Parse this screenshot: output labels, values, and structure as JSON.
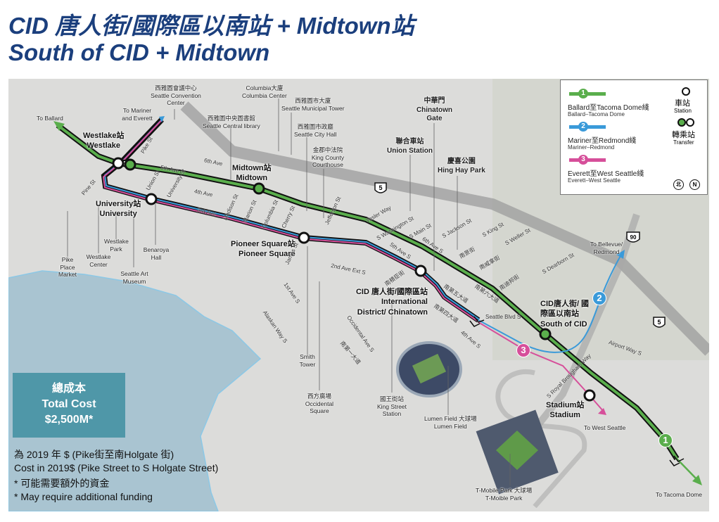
{
  "title": {
    "line1": "CID 唐人街/國際區以南站 + Midtown站",
    "line2": "South of CID + Midtown"
  },
  "legend": {
    "lines": [
      {
        "num": "1",
        "name": "Ballard至Tacoma Dome綫",
        "sub": "Ballard–Tacoma Dome",
        "color": "#5aae4c"
      },
      {
        "num": "2",
        "name": "Mariner至Redmond綫",
        "sub": "Mariner–Redmond",
        "color": "#3a9ad9"
      },
      {
        "num": "3",
        "name": "Everett至West Seattle綫",
        "sub": "Everett–West Seattle",
        "color": "#d64f9a"
      }
    ],
    "station_zh": "車站",
    "station_en": "Station",
    "transfer_zh": "轉乘站",
    "transfer_en": "Transfer",
    "north_zh": "北",
    "north_en": "N"
  },
  "stations": [
    {
      "zh": "Westlake站",
      "en": "Westlake"
    },
    {
      "zh": "Midtown站",
      "en": "Midtown"
    },
    {
      "zh": "University站",
      "en": "University"
    },
    {
      "zh": "Pioneer Square站",
      "en": "Pioneer Square"
    },
    {
      "zh": "CID 唐人街/國際區站",
      "en": "International District/ Chinatown"
    },
    {
      "zh": "CID唐人街/ 國際區以南站",
      "en": "South of CID"
    },
    {
      "zh": "Stadium站",
      "en": "Stadium"
    }
  ],
  "landmarks": [
    {
      "zh": "西雅圖會議中心",
      "en": "Seattle Convention Center"
    },
    {
      "zh": "Columbia大廈",
      "en": "Columbia Center"
    },
    {
      "zh": "西雅圖市大廈",
      "en": "Seattle Municipal Tower"
    },
    {
      "zh": "西雅圖中央圖書館",
      "en": "Seattle Central library"
    },
    {
      "zh": "西雅圖市政廳",
      "en": "Seattle City Hall"
    },
    {
      "zh": "金郡中法院",
      "en": "King County Courthouse"
    },
    {
      "zh": "中華門",
      "en": "Chinatown Gate"
    },
    {
      "zh": "聯合車站",
      "en": "Union Station"
    },
    {
      "zh": "慶喜公園",
      "en": "Hing Hay Park"
    },
    {
      "zh": "",
      "en": "Westlake Park"
    },
    {
      "zh": "",
      "en": "Pike Place Market"
    },
    {
      "zh": "",
      "en": "Westlake Center"
    },
    {
      "zh": "",
      "en": "Benaroya Hall"
    },
    {
      "zh": "",
      "en": "Seattle Art Museum"
    },
    {
      "zh": "",
      "en": "Smith Tower"
    },
    {
      "zh": "西方廣場",
      "en": "Occidental Square"
    },
    {
      "zh": "國王街站",
      "en": "King Street Station"
    },
    {
      "zh": "Lumen Field 大球場",
      "en": "Lumen Field"
    },
    {
      "zh": "T-Mobile Park 大球場",
      "en": "T-Moible Park"
    }
  ],
  "directions": [
    "To Ballard",
    "To Mariner and Everett",
    "To Bellevue/ Redmond",
    "To West Seattle",
    "To Tacoma Dome"
  ],
  "streets": [
    "Pike St",
    "Pine St",
    "5th Ave",
    "6th Ave",
    "Union St",
    "University St",
    "4th Ave",
    "3rd Ave",
    "Madison St",
    "Marion St",
    "Columbia St",
    "Cherry St",
    "James St",
    "Jefferson St",
    "Yesler Way",
    "S Washington St",
    "S Main St",
    "S Jackson St",
    "S King St",
    "S Weller St",
    "S Dearborn St",
    "5th Ave S",
    "6th Ave S",
    "2nd Ave Ext S",
    "1st Ave S",
    "Alaskan Way S",
    "Occidental Ave S",
    "4th Ave S",
    "Seattle Blvd S",
    "Airport Way S",
    "S Royal Brougham Way",
    "南積臣街",
    "南景街",
    "南威拿街",
    "南第五大道",
    "南第六大道",
    "南迪邦街",
    "南第四大道",
    "南第一大道"
  ],
  "highways": [
    "5",
    "90",
    "5"
  ],
  "badges": [
    "1",
    "2",
    "3"
  ],
  "cost": {
    "zh": "總成本",
    "en": "Total Cost",
    "value": "$2,500M*"
  },
  "notes": [
    "為 2019 年 $ (Pike街至南Holgate 街)",
    "Cost in 2019$ (Pike Street to S Holgate Street)",
    "* 可能需要額外的資金",
    "* May require additional funding"
  ]
}
